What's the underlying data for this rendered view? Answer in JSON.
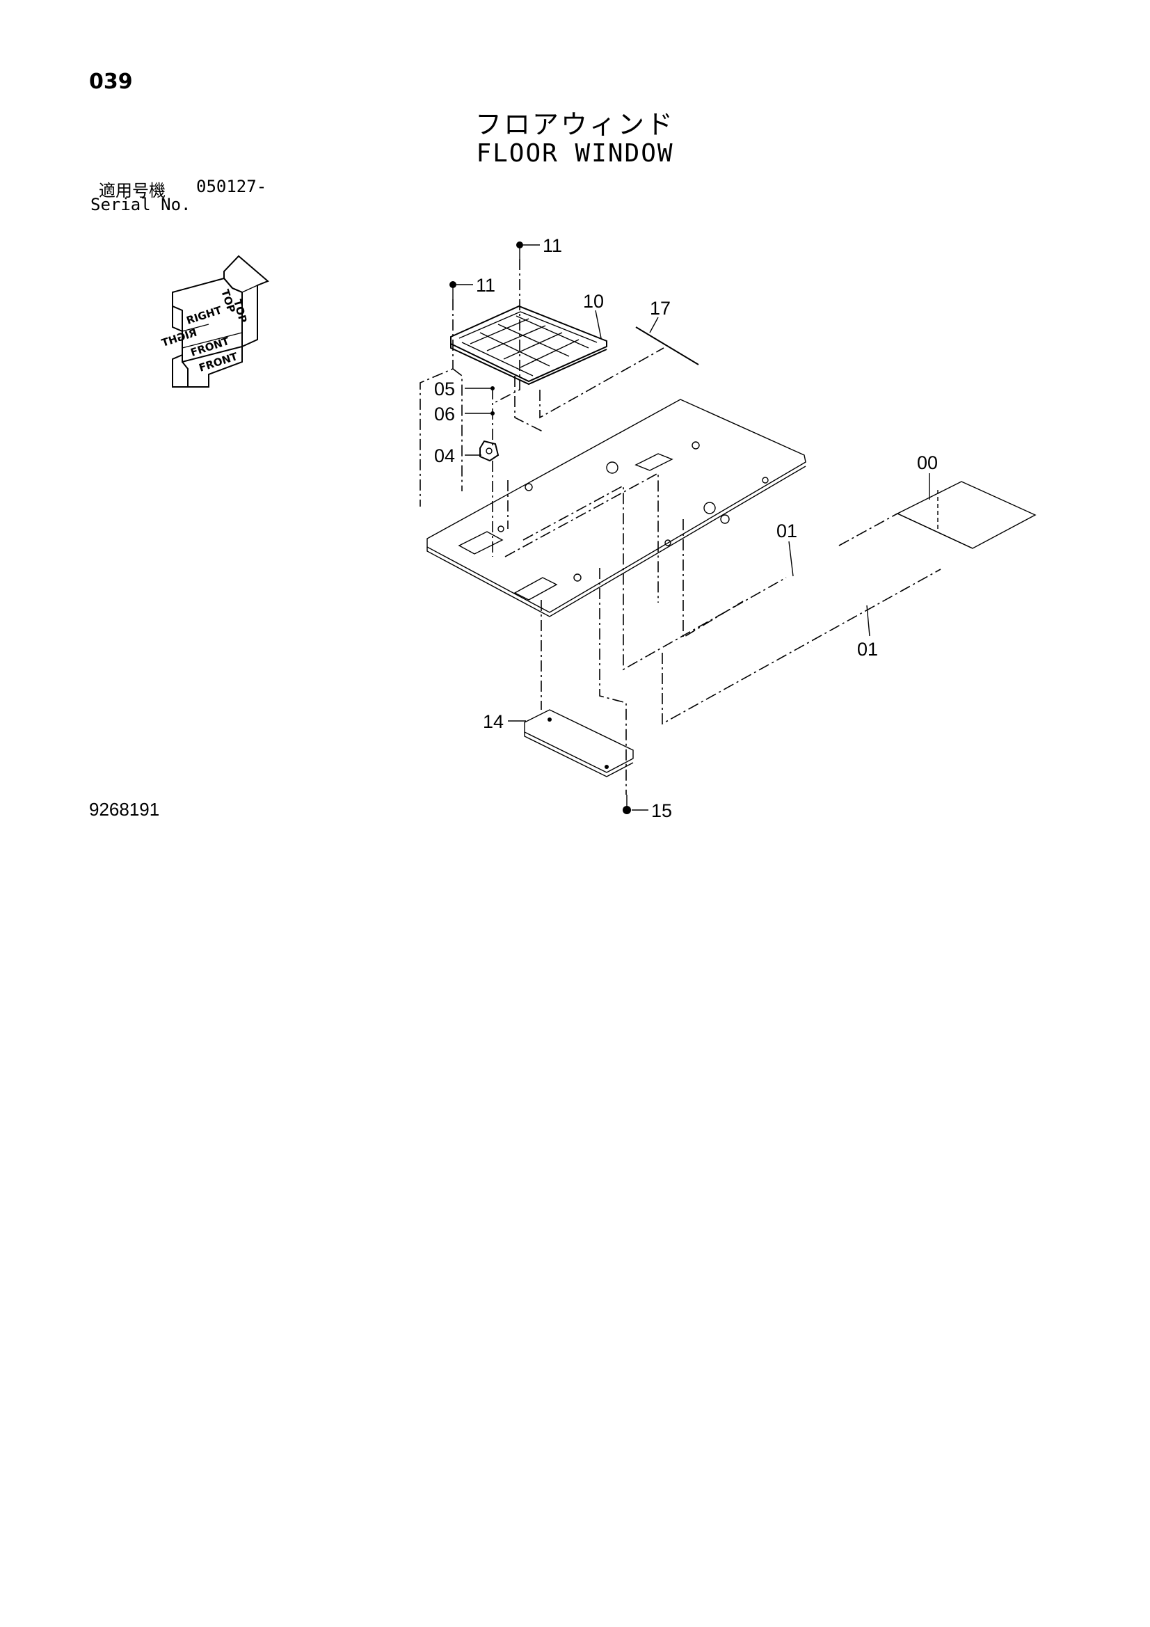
{
  "page_number": "039",
  "title_jp": "フロアウィンド",
  "title_en": "FLOOR WINDOW",
  "serial": {
    "label_jp": "適用号機",
    "value": "050127-",
    "label_en": "Serial No."
  },
  "orientation": {
    "top": "TOP",
    "right": "RIGHT",
    "front": "FRONT"
  },
  "callouts": [
    {
      "id": "c11a",
      "label": "11"
    },
    {
      "id": "c11b",
      "label": "11"
    },
    {
      "id": "c10",
      "label": "10"
    },
    {
      "id": "c17",
      "label": "17"
    },
    {
      "id": "c05",
      "label": "05"
    },
    {
      "id": "c06",
      "label": "06"
    },
    {
      "id": "c04",
      "label": "04"
    },
    {
      "id": "c00",
      "label": "00"
    },
    {
      "id": "c01a",
      "label": "01"
    },
    {
      "id": "c01b",
      "label": "01"
    },
    {
      "id": "c14",
      "label": "14"
    },
    {
      "id": "c15",
      "label": "15"
    }
  ],
  "drawing_number": "9268191"
}
